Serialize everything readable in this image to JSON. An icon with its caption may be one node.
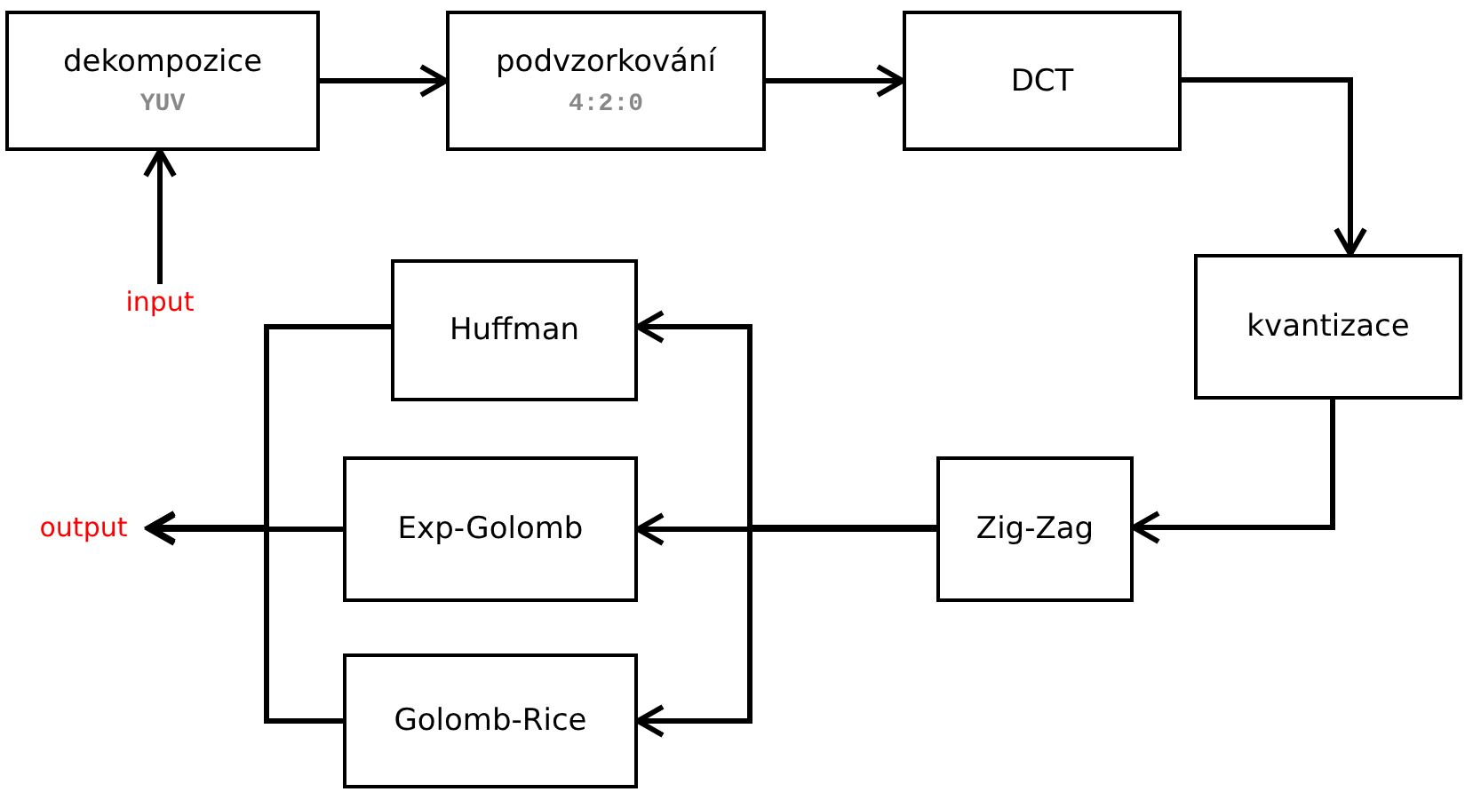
{
  "diagram": {
    "nodes": [
      {
        "text": [
          "dekompozice",
          "YUV"
        ]
      },
      {
        "text": [
          "podvzorkování",
          "4:2:0"
        ]
      },
      {
        "text": [
          "DCT"
        ]
      },
      {
        "text": [
          "kvantizace"
        ]
      },
      {
        "text": [
          "Zig-Zag"
        ]
      },
      {
        "text": [
          "Huffman"
        ]
      },
      {
        "text": [
          "Exp-Golomb"
        ]
      },
      {
        "text": [
          "Golomb-Rice"
        ]
      },
      {
        "text": [
          "input"
        ]
      },
      {
        "text": [
          "output"
        ]
      }
    ],
    "edges": [
      {
        "from": 8,
        "to": 0,
        "arrow": "to"
      },
      {
        "from": 0,
        "to": 1,
        "arrow": "to"
      },
      {
        "from": 1,
        "to": 2,
        "arrow": "to"
      },
      {
        "from": 2,
        "to": 3,
        "arrow": "to"
      },
      {
        "from": 3,
        "to": 4,
        "arrow": "to"
      },
      {
        "from": 4,
        "to": 5,
        "arrow": "to"
      },
      {
        "from": 4,
        "to": 6,
        "arrow": "to"
      },
      {
        "from": 4,
        "to": 7,
        "arrow": "to"
      },
      {
        "from": 5,
        "to": 9,
        "arrow": "to"
      },
      {
        "from": 6,
        "to": 9,
        "arrow": "to"
      },
      {
        "from": 7,
        "to": 9,
        "arrow": "to"
      }
    ]
  }
}
